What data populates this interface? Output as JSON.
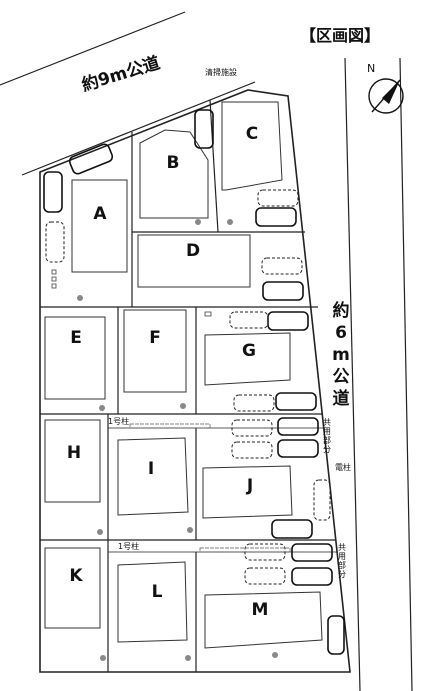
{
  "title": "【区画図】",
  "north_label": "N",
  "roads": {
    "north": "約9m公道",
    "east": [
      "約",
      "6",
      "m",
      "公",
      "道"
    ]
  },
  "facilities": {
    "cleaning": "清掃施設",
    "pole_1a": "1号柱",
    "pole_1b": "1号柱",
    "pole_elec": "電柱",
    "shared_1": "共用部分",
    "shared_2": "共用部分"
  },
  "lots": [
    "A",
    "B",
    "C",
    "D",
    "E",
    "F",
    "G",
    "H",
    "I",
    "J",
    "K",
    "L",
    "M"
  ],
  "colors": {
    "line": "#222222",
    "house": "#333333",
    "bg": "#ffffff"
  }
}
